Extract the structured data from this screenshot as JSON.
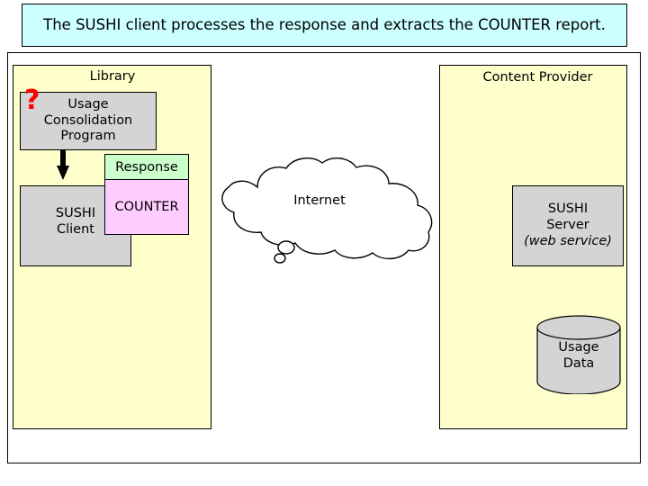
{
  "title": {
    "line1": "The SUSHI client processes the response and extracts the",
    "line2": "COUNTER report.",
    "background": "#ccffff"
  },
  "panels": {
    "library": {
      "label": "Library",
      "background": "#ffffcc"
    },
    "provider": {
      "label": "Content Provider",
      "background": "#ffffcc"
    }
  },
  "nodes": {
    "usage_consolidation_program": {
      "line1": "Usage",
      "line2": "Consolidation",
      "line3": "Program",
      "background": "#d4d4d4"
    },
    "question_mark": {
      "glyph": "?",
      "color": "#ff0000"
    },
    "sushi_client": {
      "line1": "SUSHI",
      "line2": "Client",
      "background": "#d4d4d4"
    },
    "response": {
      "header": "Response",
      "body": "COUNTER",
      "header_background": "#ccffcc",
      "body_background": "#ffccff"
    },
    "internet_cloud": {
      "label": "Internet",
      "background": "#ffffff"
    },
    "sushi_server": {
      "line1": "SUSHI",
      "line2": "Server",
      "line3": "(web service)",
      "background": "#d4d4d4"
    },
    "usage_data": {
      "line1": "Usage",
      "line2": "Data",
      "background": "#d4d4d4"
    }
  }
}
